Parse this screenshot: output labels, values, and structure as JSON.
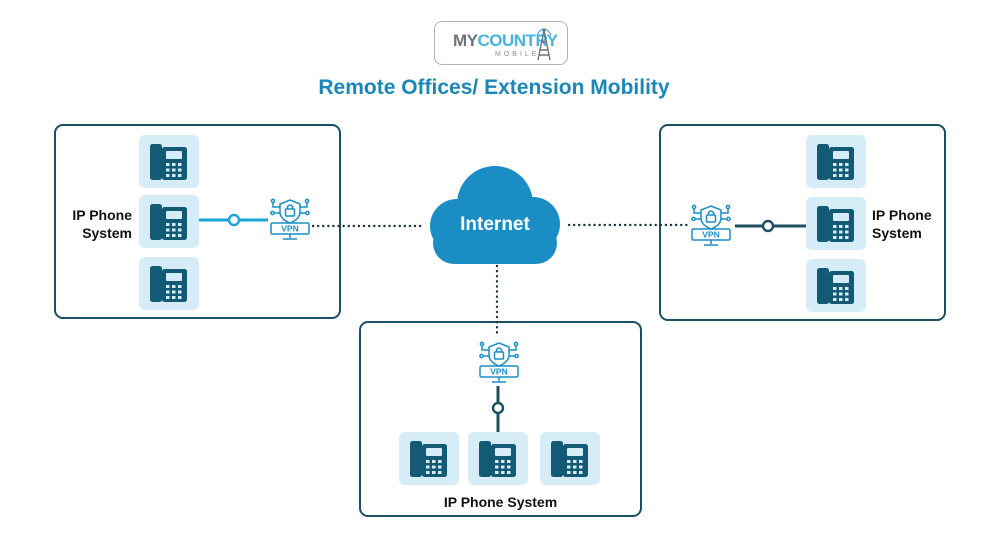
{
  "logo": {
    "main": "MY",
    "accent": "COUNTRY",
    "sub": "MOBILE"
  },
  "title": "Remote Offices/ Extension Mobility",
  "cloud": {
    "label": "Internet"
  },
  "vpn": {
    "label": "VPN"
  },
  "offices": {
    "left": {
      "label_line1": "IP Phone",
      "label_line2": "System"
    },
    "right": {
      "label_line1": "IP Phone",
      "label_line2": "System"
    },
    "bottom": {
      "label": "IP Phone System"
    }
  },
  "colors": {
    "accent": "#1b87b7",
    "box_border": "#1d4f63",
    "tile": "#d6edf8",
    "cloud": "#1a8dc4",
    "dots": "#1d3340"
  }
}
